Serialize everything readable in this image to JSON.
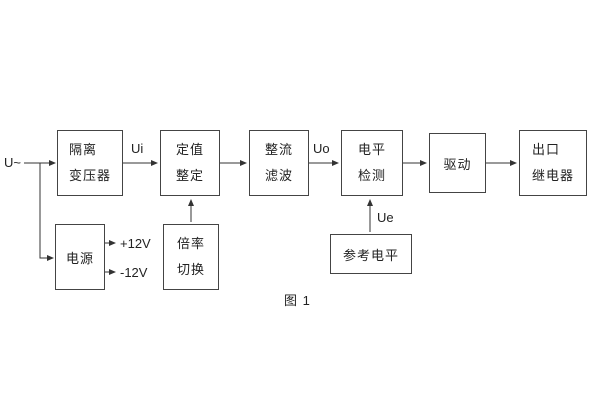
{
  "diagram": {
    "caption": "图 1",
    "labels": {
      "input": "U~",
      "ui": "Ui",
      "uo": "Uo",
      "ue": "Ue",
      "plus12": "+12V",
      "minus12": "-12V"
    },
    "blocks": {
      "transformer": [
        "隔离",
        "变压器"
      ],
      "setting": [
        "定值",
        "整定"
      ],
      "rectifier": [
        "整流",
        "滤波"
      ],
      "level": [
        "电平",
        "检测"
      ],
      "drive": [
        "驱动"
      ],
      "relay": [
        "出口",
        "继电器"
      ],
      "power": [
        "电源"
      ],
      "multiplier": [
        "倍率",
        "切换"
      ],
      "reference": [
        "参考电平"
      ]
    },
    "colors": {
      "line": "#333333",
      "box_border": "#444444",
      "text": "#222222",
      "background": "#ffffff"
    }
  }
}
